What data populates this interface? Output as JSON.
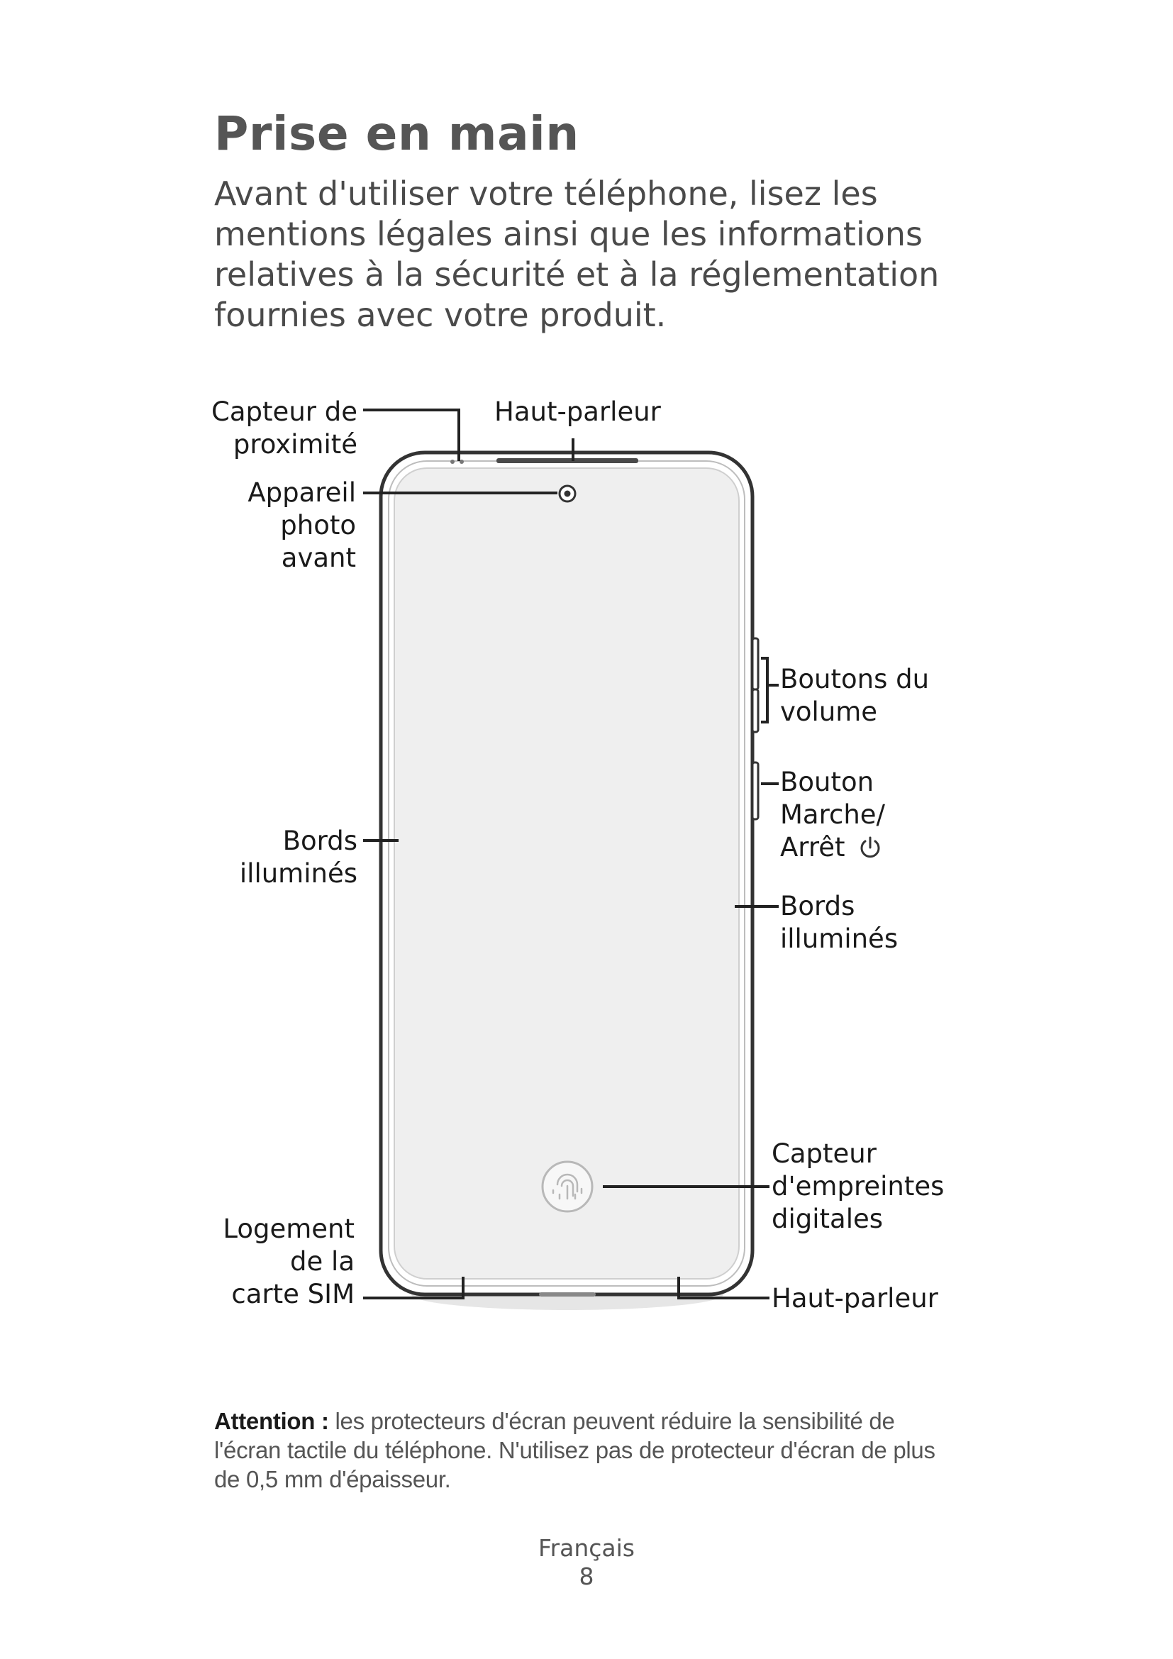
{
  "page": {
    "title": "Prise en main",
    "intro_lines": [
      "Avant d'utiliser votre téléphone, lisez les",
      "mentions légales ainsi que les informations",
      "relatives à la sécurité et à la réglementation",
      "fournies avec votre produit."
    ]
  },
  "diagram": {
    "labels": {
      "proximity_sensor": [
        "Capteur de",
        "proximité"
      ],
      "top_speaker": "Haut-parleur",
      "front_camera": [
        "Appareil",
        "photo",
        "avant"
      ],
      "volume_buttons": [
        "Boutons du",
        "volume"
      ],
      "power_button": [
        "Bouton",
        "Marche/",
        "Arrêt"
      ],
      "edge_lighting_left": [
        "Bords",
        "illuminés"
      ],
      "edge_lighting_right": [
        "Bords",
        "illuminés"
      ],
      "fingerprint_sensor": [
        "Capteur",
        "d'empreintes",
        "digitales"
      ],
      "sim_tray": [
        "Logement",
        "de la",
        "carte SIM"
      ],
      "bottom_speaker": "Haut-parleur"
    },
    "icons": {
      "power": "power-icon",
      "fingerprint": "fingerprint-icon",
      "camera": "camera-icon"
    },
    "colors": {
      "screen": "#efefef",
      "outline": "#333333",
      "bezel": "#d9d9d9"
    }
  },
  "note": {
    "label": "Attention :",
    "text": " les protecteurs d'écran peuvent réduire la sensibilité de l'écran tactile du téléphone. N'utilisez pas de protecteur d'écran de plus de 0,5 mm d'épaisseur."
  },
  "footer": {
    "language": "Français",
    "page_number": "8"
  }
}
